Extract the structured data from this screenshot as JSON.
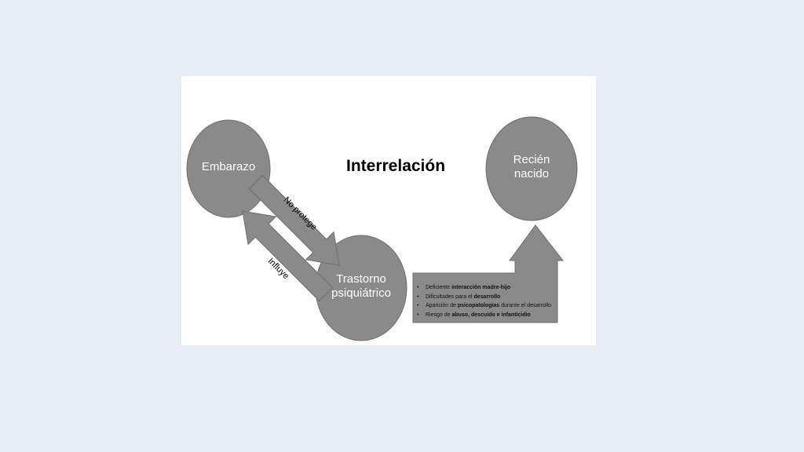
{
  "title": "Interrelación",
  "nodes": {
    "pregnancy": "Embarazo",
    "newborn_line1": "Recién",
    "newborn_line2": "nacido",
    "disorder_line1": "Trastorno",
    "disorder_line2": "psiquiátrico"
  },
  "arrows": {
    "down": "No protege",
    "up": "Influye"
  },
  "consequences": [
    {
      "pre": "Deficiente ",
      "bold": "interacción madre-hijo",
      "post": ""
    },
    {
      "pre": "Dificultades para el ",
      "bold": "desarrollo",
      "post": ""
    },
    {
      "pre": "Aparición de ",
      "bold": "psicopatologías",
      "post": " durante el desarrollo"
    },
    {
      "pre": "Riesgo de ",
      "bold": "abuso, descuido e infanticidio",
      "post": ""
    }
  ],
  "colors": {
    "background": "#e8ecf4",
    "card": "#ffffff",
    "shape_fill": "#8a8a8a",
    "shape_stroke": "#6f6f6f"
  }
}
